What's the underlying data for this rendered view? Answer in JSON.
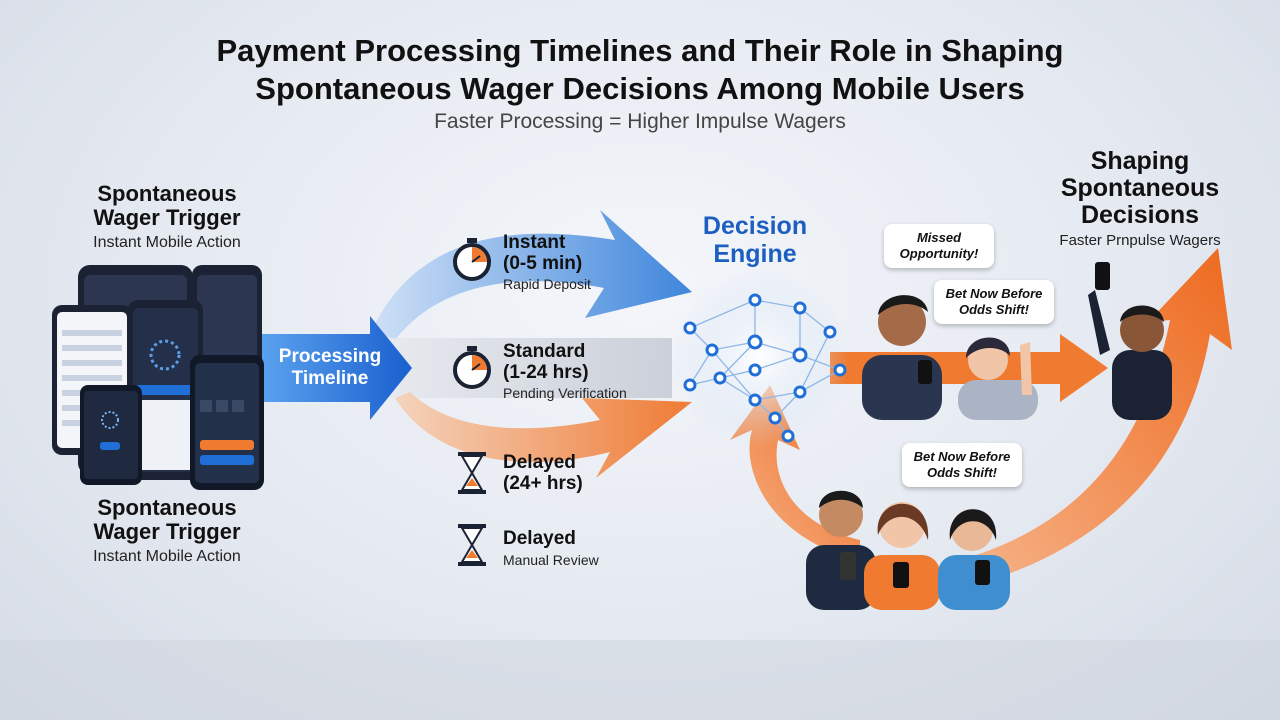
{
  "title_line1": "Payment Processing Timelines and Their Role in Shaping",
  "title_line2": "Spontaneous Wager Decisions Among Mobile Users",
  "subtitle": "Faster Processing = Higher Impulse Wagers",
  "left_top": {
    "heading_line1": "Spontaneous",
    "heading_line2": "Wager Trigger",
    "sub": "Instant Mobile Action"
  },
  "left_bottom": {
    "heading_line1": "Spontaneous",
    "heading_line2": "Wager Trigger",
    "sub": "Instant Mobile Action"
  },
  "timeline_label_line1": "Processing",
  "timeline_label_line2": "Timeline",
  "stages": [
    {
      "line1": "Instant",
      "line2": "(0-5 min)",
      "sub": "Rapid Deposit",
      "icon": "stopwatch-icon"
    },
    {
      "line1": "Standard",
      "line2": "(1-24 hrs)",
      "sub": "Pending Verification",
      "icon": "stopwatch-icon"
    },
    {
      "line1": "Delayed",
      "line2": "(24+ hrs)",
      "sub": "",
      "icon": "hourglass-icon"
    },
    {
      "line1": "Delayed",
      "line2": "",
      "sub": "Manual Review",
      "icon": "hourglass-icon"
    }
  ],
  "engine_line1": "Decision",
  "engine_line2": "Engine",
  "right": {
    "heading_line1": "Shaping",
    "heading_line2": "Spontaneous",
    "heading_line3": "Decisions",
    "sub": "Faster Prnpulse Wagers"
  },
  "bubbles": [
    {
      "line1": "Missed",
      "line2": "Opportunity!"
    },
    {
      "line1": "Bet Now Before",
      "line2": "Odds Shift!"
    },
    {
      "line1": "Bet Now Before",
      "line2": "Odds Shift!"
    }
  ],
  "colors": {
    "blue": "#1c6fd8",
    "orange": "#f07a2a",
    "dark": "#1a2233"
  }
}
